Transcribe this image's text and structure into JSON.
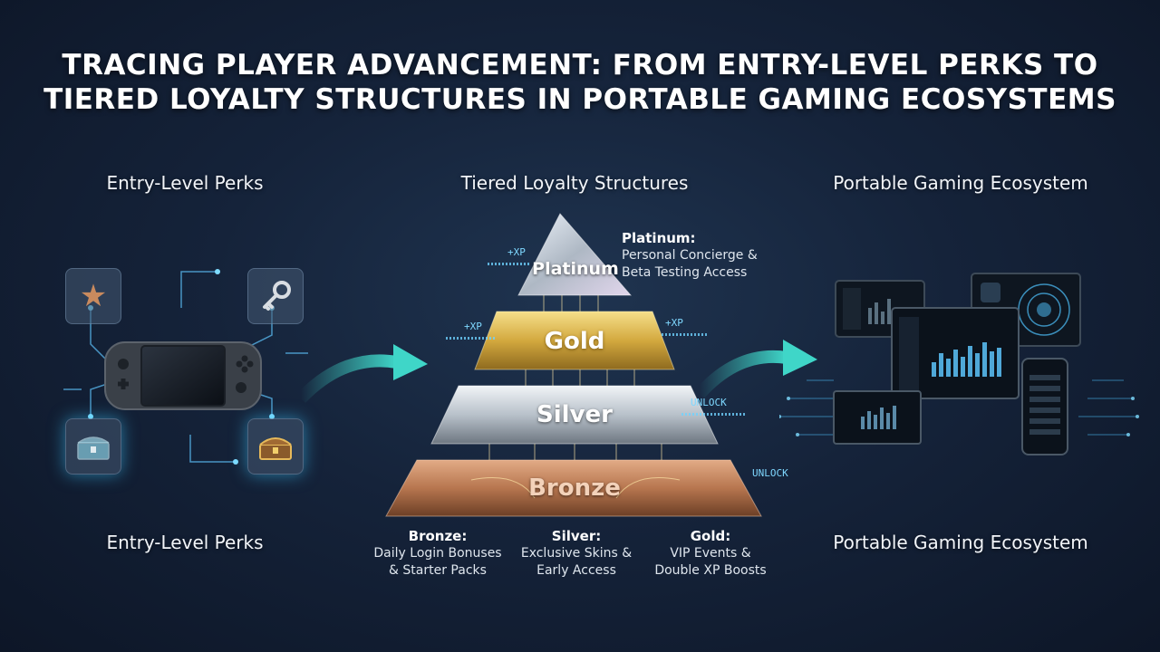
{
  "title": {
    "line1": "TRACING PLAYER ADVANCEMENT: FROM ENTRY-LEVEL PERKS TO",
    "line2": "TIERED LOYALTY STRUCTURES IN PORTABLE GAMING ECOSYSTEMS"
  },
  "columns": {
    "left_top": "Entry-Level Perks",
    "center_top": "Tiered Loyalty Structures",
    "right_top": "Portable Gaming Ecosystem",
    "left_bottom": "Entry-Level Perks",
    "right_bottom": "Portable Gaming Ecosystem"
  },
  "pyramid": {
    "tiers": [
      "Platinum",
      "Gold",
      "Silver",
      "Bronze"
    ],
    "colors": {
      "platinum": "#c9d2dc",
      "gold": "#d7b14a",
      "silver": "#b9c3cd",
      "bronze": "#b97a57",
      "accent": "#3fd6c8"
    }
  },
  "descriptions": {
    "platinum": {
      "heading": "Platinum:",
      "line1": "Personal Concierge &",
      "line2": "Beta Testing Access"
    },
    "bronze": {
      "heading": "Bronze:",
      "line1": "Daily Login Bonuses",
      "line2": "& Starter Packs"
    },
    "silver": {
      "heading": "Silver:",
      "line1": "Exclusive Skins &",
      "line2": "Early Access"
    },
    "gold": {
      "heading": "Gold:",
      "line1": "VIP Events &",
      "line2": "Double XP Boosts"
    }
  },
  "annotations": {
    "xp_top": "+XP",
    "xp_left": "+XP",
    "xp_right": "+XP",
    "unlock_silver": "UNLOCK",
    "unlock_bronze": "UNLOCK"
  },
  "icons": {
    "perks": [
      "star-icon",
      "key-icon",
      "treasure-chest-icon",
      "open-chest-icon"
    ],
    "device": "handheld-console-icon",
    "devices": [
      "tablet-icon",
      "laptop-icon",
      "phone-icon"
    ]
  }
}
